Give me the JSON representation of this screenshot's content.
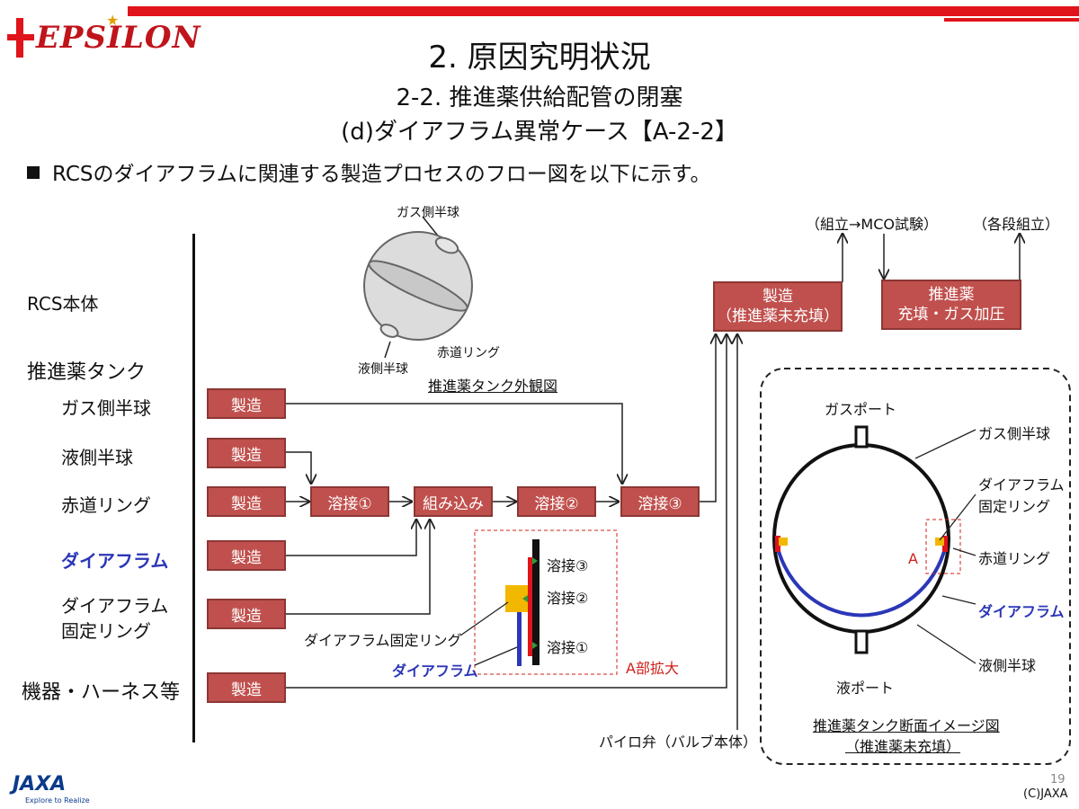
{
  "logo": {
    "text": "EPSILON"
  },
  "header": {
    "title": "2. 原因究明状況",
    "subtitle1": "2-2. 推進薬供給配管の閉塞",
    "subtitle2": "(d)ダイアフラム異常ケース【A-2-2】"
  },
  "bullet": "RCSのダイアフラムに関連する製造プロセスのフロー図を以下に示す。",
  "left_labels": {
    "rcs_body": "RCS本体",
    "tank": "推進薬タンク",
    "gas_hemi": "ガス側半球",
    "liq_hemi": "液側半球",
    "equator_ring": "赤道リング",
    "diaphragm": "ダイアフラム",
    "fix_ring_1": "ダイアフラム",
    "fix_ring_2": "固定リング",
    "equipment": "機器・ハーネス等"
  },
  "boxes": {
    "mfg": "製造",
    "weld1": "溶接①",
    "assemble": "組み込み",
    "weld2": "溶接②",
    "weld3": "溶接③",
    "mfg_top_1": "製造",
    "mfg_top_2": "（推進薬未充填）",
    "fill_1": "推進薬",
    "fill_2": "充填・ガス加圧"
  },
  "top_notes": {
    "mco": "（組立→MCO試験）",
    "stage": "（各段組立）"
  },
  "sphere": {
    "gas": "ガス側半球",
    "liq": "液側半球",
    "ring": "赤道リング",
    "caption": "推進薬タンク外観図"
  },
  "detail": {
    "w3": "溶接③",
    "w2": "溶接②",
    "w1": "溶接①",
    "fix_ring": "ダイアフラム固定リング",
    "diaphragm": "ダイアフラム",
    "caption": "A部拡大"
  },
  "pyro": "パイロ弁（バルブ本体）",
  "section": {
    "gas_port": "ガスポート",
    "liq_port": "液ポート",
    "gas_hemi": "ガス側半球",
    "fix_ring_1": "ダイアフラム",
    "fix_ring_2": "固定リング",
    "eq_ring": "赤道リング",
    "diaphragm": "ダイアフラム",
    "liq_hemi": "液側半球",
    "marker": "A",
    "caption1": "推進薬タンク断面イメージ図",
    "caption2": "（推進薬未充填）"
  },
  "footer": {
    "jaxa": "JAXA",
    "jaxa_tag": "Explore to Realize",
    "page": "19",
    "copyright": "(C)JAXA"
  },
  "colors": {
    "accent_red": "#e0141b",
    "box_fill": "#c0504d",
    "label_blue": "#2b36b8"
  }
}
